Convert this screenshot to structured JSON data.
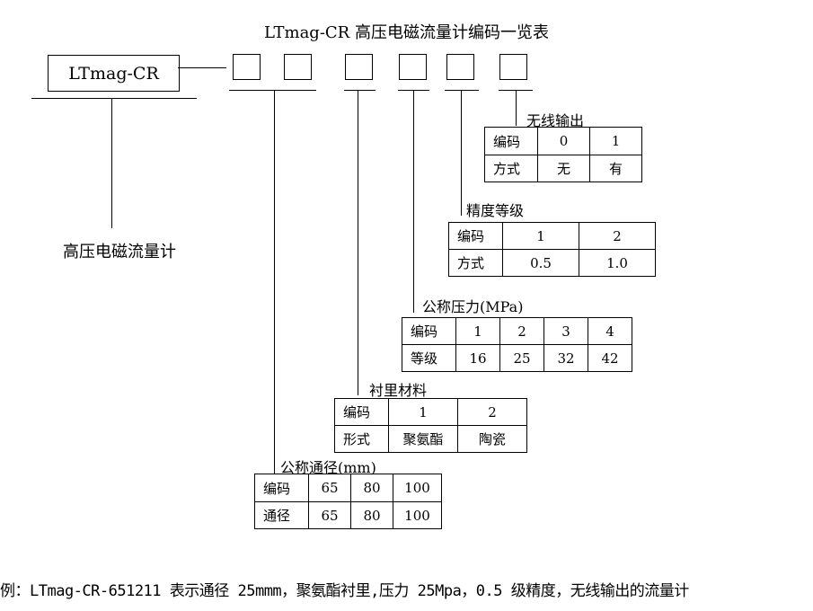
{
  "title": "LTmag-CR 高压电磁流量计编码一览表",
  "model": "LTmag-CR",
  "product_label": "高压电磁流量计",
  "sections": [
    {
      "caption": "无线输出",
      "rows": [
        {
          "head": "编码",
          "cells": [
            "0",
            "1"
          ]
        },
        {
          "head": "方式",
          "cells": [
            "无",
            "有"
          ]
        }
      ]
    },
    {
      "caption": "精度等级",
      "rows": [
        {
          "head": "编码",
          "cells": [
            "1",
            "2"
          ]
        },
        {
          "head": "方式",
          "cells": [
            "0.5",
            "1.0"
          ]
        }
      ]
    },
    {
      "caption": "公称压力(MPa)",
      "rows": [
        {
          "head": "编码",
          "cells": [
            "1",
            "2",
            "3",
            "4"
          ]
        },
        {
          "head": "等级",
          "cells": [
            "16",
            "25",
            "32",
            "42"
          ]
        }
      ]
    },
    {
      "caption": "衬里材料",
      "rows": [
        {
          "head": "编码",
          "cells": [
            "1",
            "2"
          ]
        },
        {
          "head": "形式",
          "cells": [
            "聚氨酯",
            "陶瓷"
          ]
        }
      ]
    },
    {
      "caption": "公称通径(mm)",
      "rows": [
        {
          "head": "编码",
          "cells": [
            "65",
            "80",
            "100"
          ]
        },
        {
          "head": "通径",
          "cells": [
            "65",
            "80",
            "100"
          ]
        }
      ]
    }
  ],
  "example": "例：LTmag-CR-651211 表示通径 25mmm，聚氨酯衬里,压力 25Mpa，0.5 级精度，无线输出的流量计"
}
